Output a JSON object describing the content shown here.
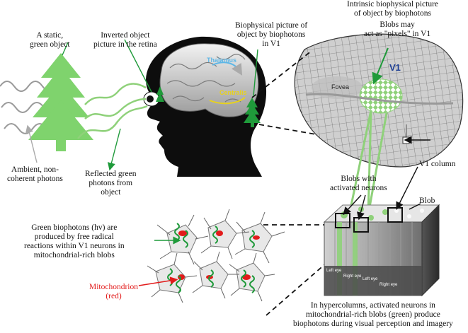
{
  "labels": {
    "static_object": [
      "A static,",
      "green object"
    ],
    "inverted_picture": [
      "Inverted object",
      "picture in the retina"
    ],
    "biophysical_picture": [
      "Biophysical picture of",
      "object by biophotons",
      "in V1"
    ],
    "intrinsic_picture": [
      "Intrinsic biophysical picture",
      "of object by biophotons"
    ],
    "blobs_pixels": [
      "Blobs may",
      "act as \"pixels\" in V1"
    ],
    "ambient_photons": [
      "Ambient, non-",
      "coherent photons"
    ],
    "reflected_photons": [
      "Reflected green",
      "photons from",
      "object"
    ],
    "blobs_activated": [
      "Blobs with",
      "activated neurons"
    ],
    "v1_column": "V1 column",
    "blob": "Blob",
    "green_biophotons": [
      "Green biophotons (hv)  are",
      "produced by free radical",
      "reactions within V1 neurons in",
      "mitochondrial-rich blobs"
    ],
    "mitochondrion": [
      "Mitochondrion",
      "(red)"
    ],
    "hypercolumns": [
      "In hypercolumns, activated neurons in",
      "mitochondrial-rich blobs (green) produce",
      "biophotons during visual perception and imagery"
    ]
  },
  "map": {
    "v1": "V1",
    "fovea": "Fovea"
  },
  "brain": {
    "thalamus": "Thalamus",
    "centralis": "Centralis"
  },
  "eye_labels": {
    "left1": [
      "Left",
      "eye"
    ],
    "right1": [
      "Right",
      "eye"
    ],
    "left2": [
      "Left",
      "eye"
    ],
    "right2": [
      "Right",
      "eye"
    ]
  },
  "colors": {
    "green_light": "#8fd17a",
    "green_dark": "#1f9a3a",
    "tree_green": "#7fd36d",
    "mitochondria_red": "#e21b1b",
    "v1_text": "#1d3f95",
    "thalamus_text": "#5fb7e6",
    "centralis_text": "#e8d21b"
  }
}
